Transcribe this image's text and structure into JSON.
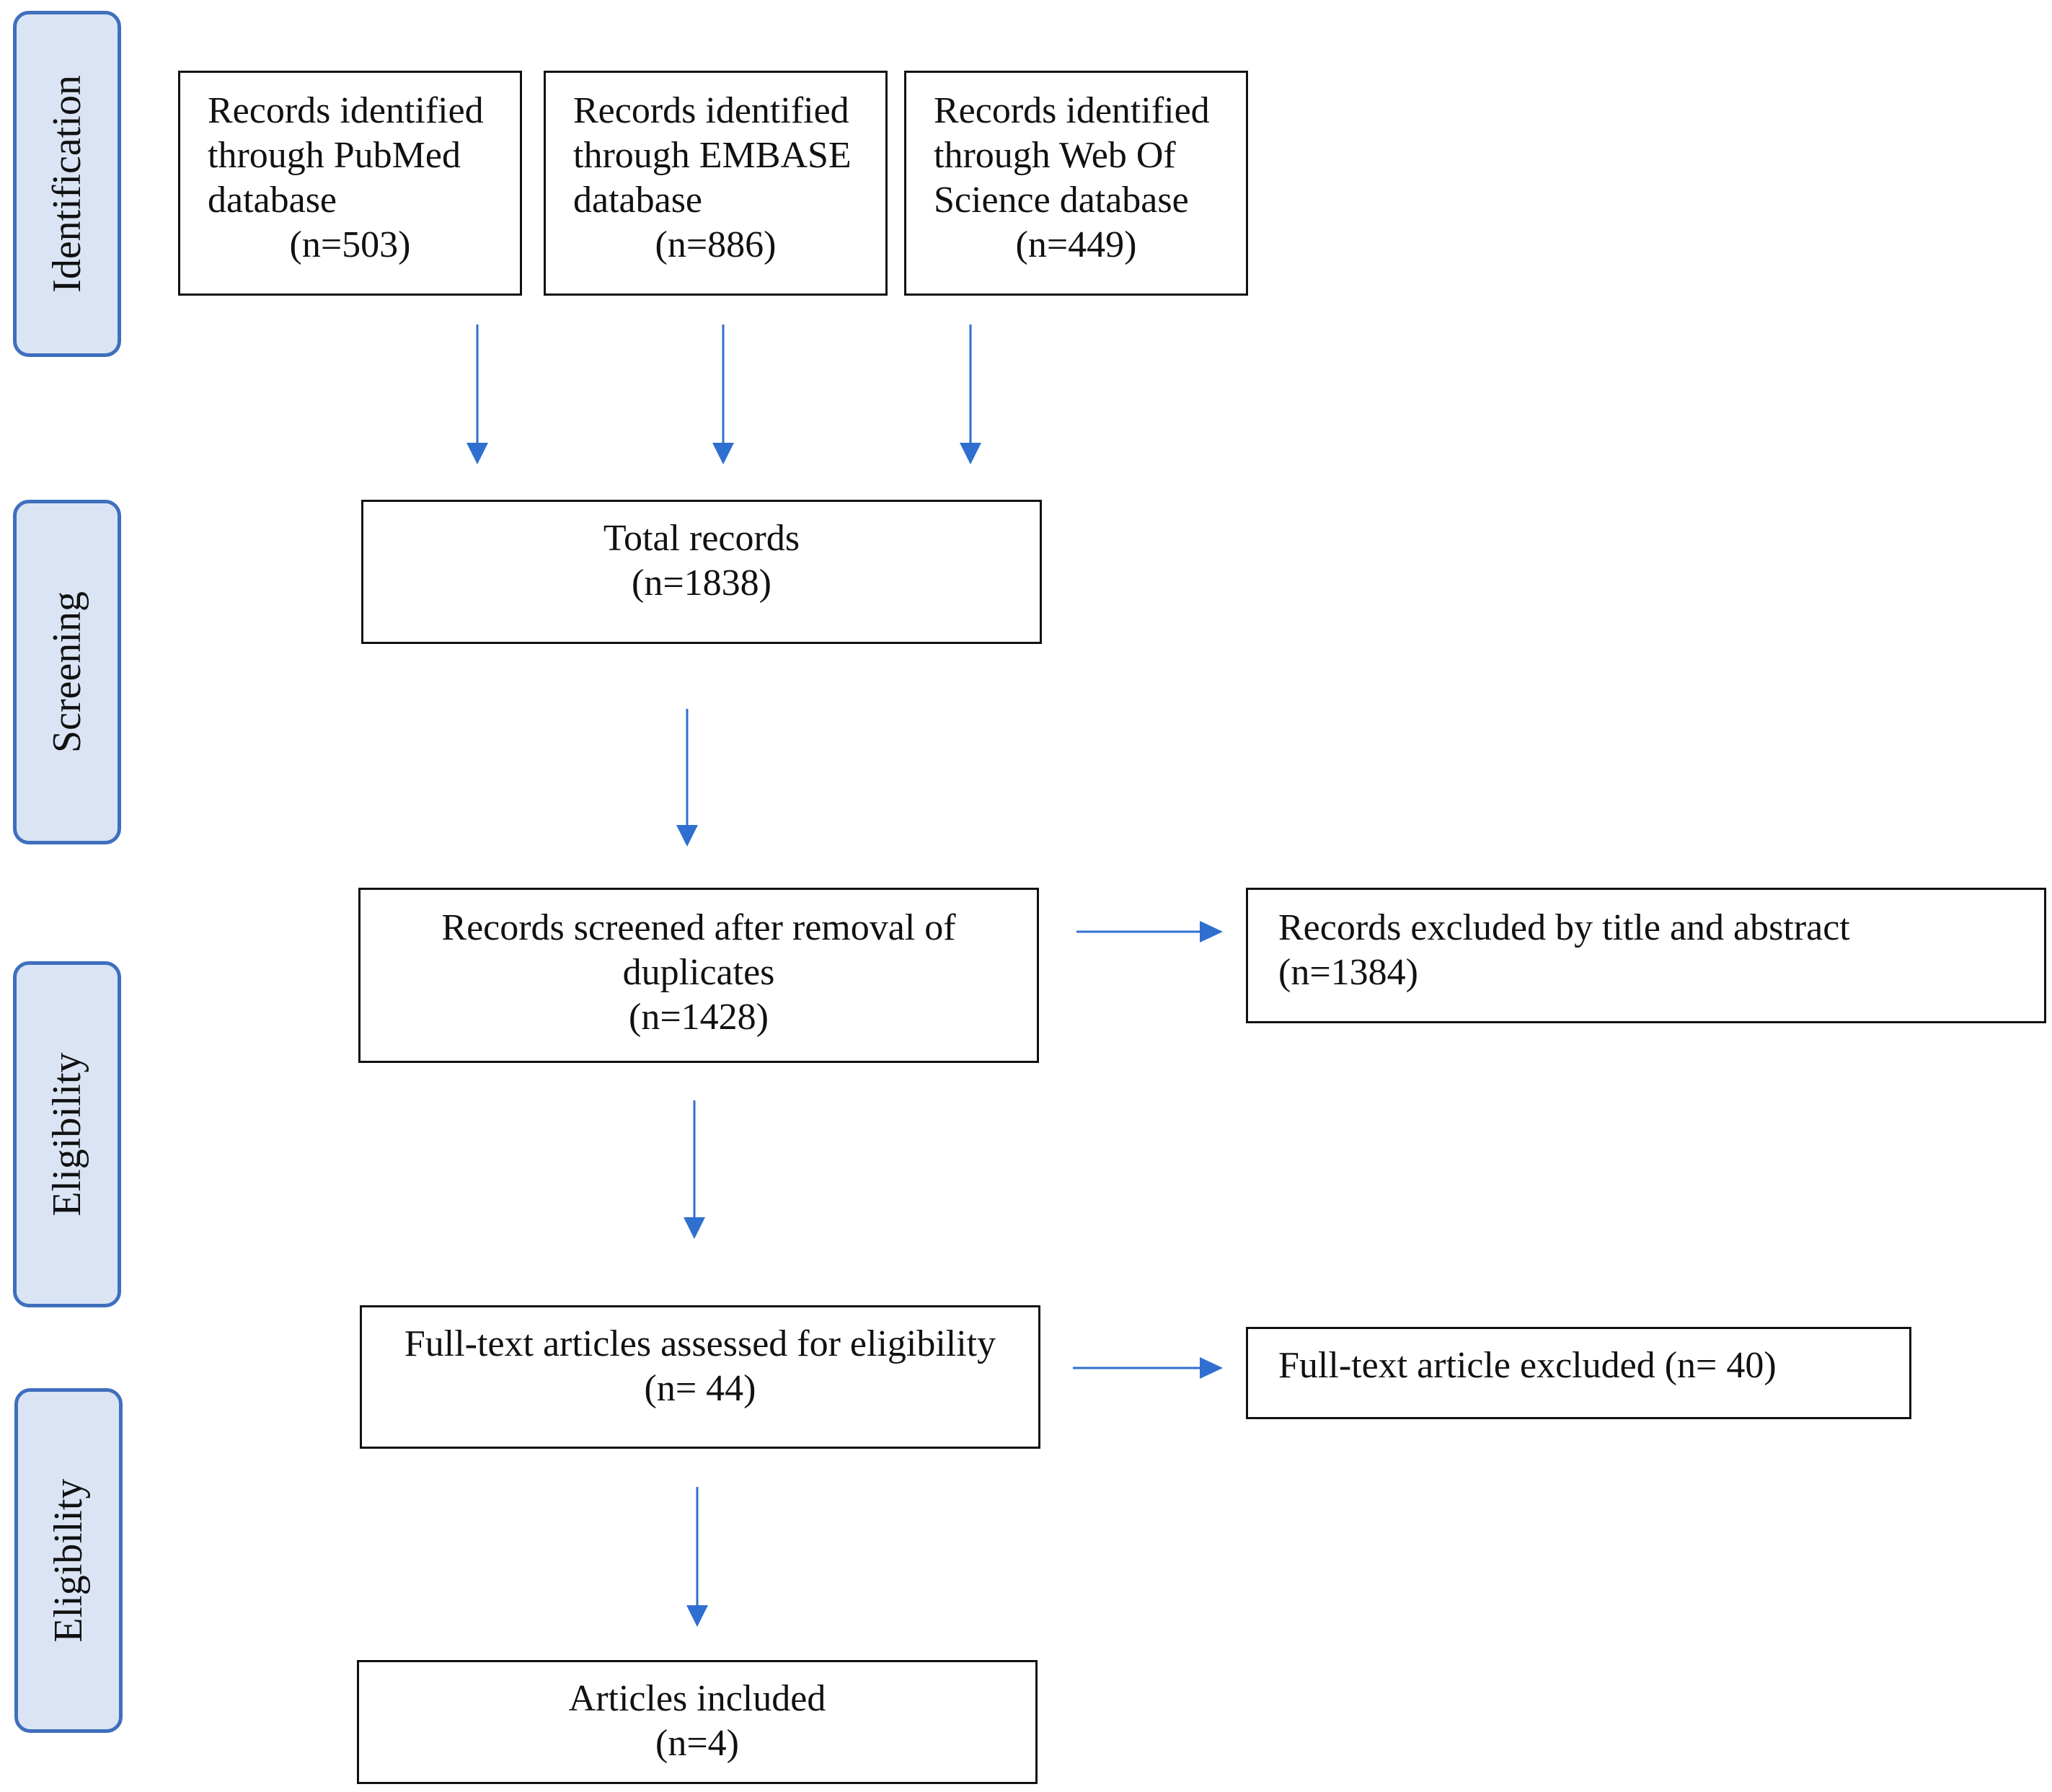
{
  "phases": {
    "identification": "Identification",
    "screening": "Screening",
    "eligibility_1": "Eligibility",
    "eligibility_2": "Eligibility"
  },
  "sources": {
    "pubmed": {
      "line1": "Records identified",
      "line2a": "through",
      "line2b": "PubMed",
      "line3": "database",
      "count": "(n=503)"
    },
    "embase": {
      "line1": "Records identified",
      "line2": "through EMBASE",
      "line3": "database",
      "count": "(n=886)"
    },
    "wos": {
      "line1": "Records identified",
      "line2a": "through",
      "line2b": "Web",
      "line2c": "Of",
      "line3": "Science database",
      "count": "(n=449)"
    }
  },
  "total": {
    "label": "Total records",
    "count": "(n=1838)"
  },
  "screened": {
    "line1": "Records screened after removal of",
    "line2": "duplicates",
    "count": "(n=1428)"
  },
  "excluded_title": {
    "label": "Records excluded by title and abstract",
    "count": "(n=1384)"
  },
  "fulltext": {
    "label": "Full-text articles assessed for eligibility",
    "count": "(n= 44)"
  },
  "fulltext_excluded": {
    "label": "Full-text article excluded (n= 40)"
  },
  "included": {
    "label": "Articles included",
    "count": "(n=4)"
  },
  "colors": {
    "arrow": "#2f6fd0",
    "phase_fill": "#dae4f4",
    "phase_border": "#3f6fbd"
  }
}
